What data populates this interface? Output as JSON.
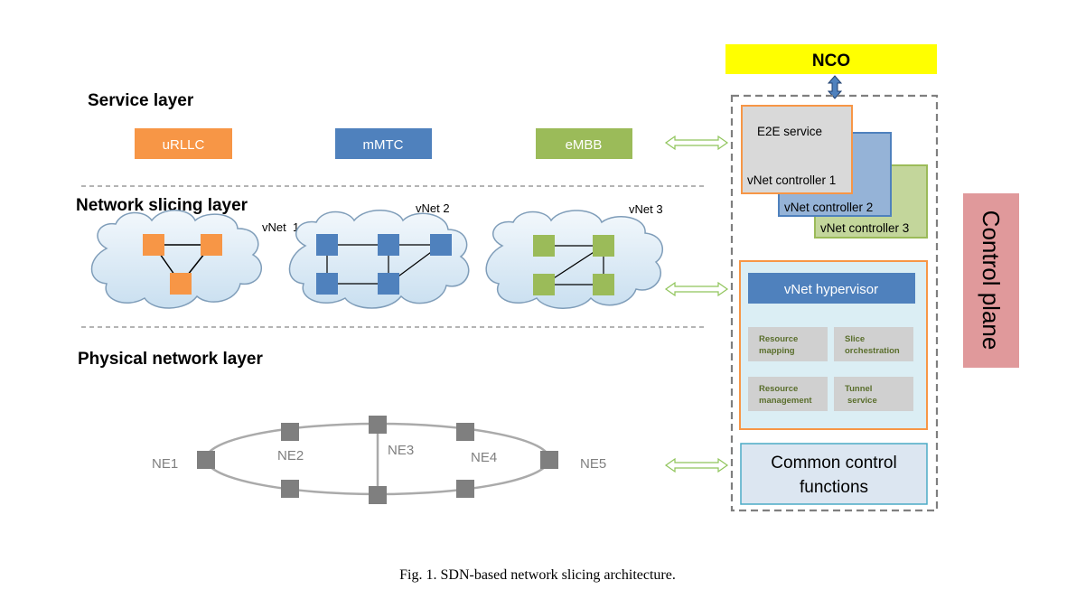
{
  "layers": {
    "service": "Service layer",
    "slicing": "Network slicing layer",
    "physical": "Physical network layer"
  },
  "services": [
    {
      "label": "uRLLC",
      "color": "#F79646"
    },
    {
      "label": "mMTC",
      "color": "#4F81BD"
    },
    {
      "label": "eMBB",
      "color": "#9BBB59"
    }
  ],
  "vnets": [
    {
      "label": "vNet  1",
      "node_color": "#F79646"
    },
    {
      "label": "vNet 2",
      "node_color": "#4F81BD"
    },
    {
      "label": "vNet 3",
      "node_color": "#9BBB59"
    }
  ],
  "physical_nodes": [
    "NE1",
    "NE2",
    "NE3",
    "NE4",
    "NE5"
  ],
  "nco": {
    "label": "NCO",
    "color": "#FFFF00"
  },
  "control_plane": {
    "label": "Control plane",
    "color": "#E0999B"
  },
  "controllers": {
    "e2e": "E2E service",
    "c1": "vNet controller 1",
    "c2": "vNet controller 2",
    "c3": "vNet controller 3"
  },
  "hypervisor": {
    "title": "vNet hypervisor",
    "functions": [
      {
        "line1": "Resource",
        "line2": "mapping"
      },
      {
        "line1": "Slice",
        "line2": "orchestration"
      },
      {
        "line1": "Resource",
        "line2": "management"
      },
      {
        "line1": "Tunnel",
        "line2": "service"
      }
    ]
  },
  "common": {
    "line1": "Common control",
    "line2": "functions"
  },
  "caption": "Fig. 1. SDN-based network slicing architecture."
}
